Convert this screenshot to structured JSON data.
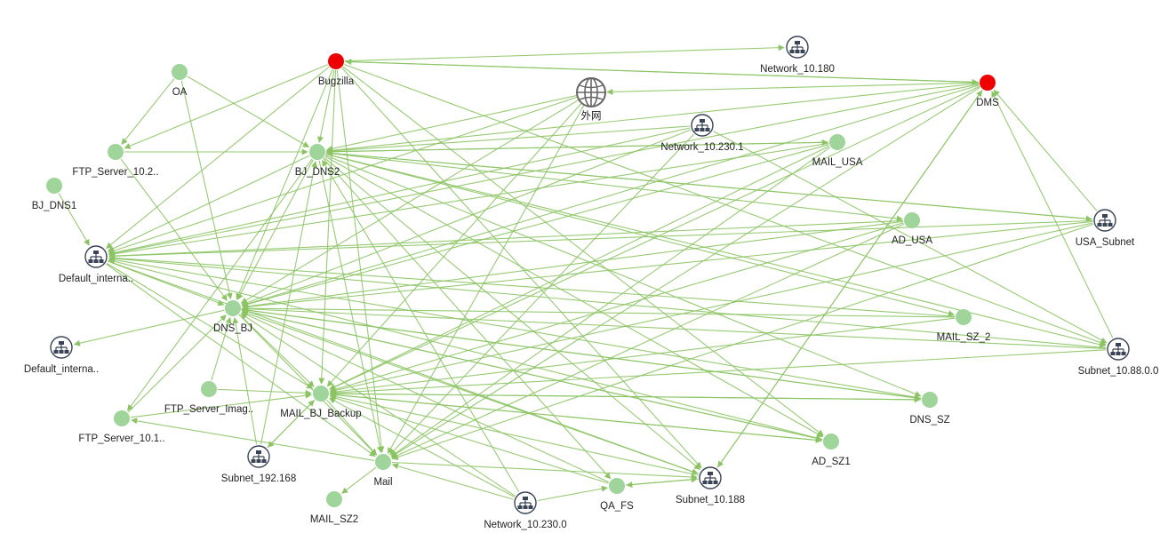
{
  "colors": {
    "edge": "#8cc464",
    "node": "#9fd49a",
    "alert": "#ee0000",
    "icon": "#3a4456",
    "internet_icon": "#666666",
    "label": "#222222"
  },
  "nodes": [
    {
      "id": "oa",
      "label": "OA",
      "kind": "host",
      "status": "normal"
    },
    {
      "id": "bugzilla",
      "label": "Bugzilla",
      "kind": "host",
      "status": "alert"
    },
    {
      "id": "net10180",
      "label": "Network_10.180",
      "kind": "network",
      "status": "normal"
    },
    {
      "id": "internet",
      "label": "外网",
      "kind": "internet",
      "status": "normal"
    },
    {
      "id": "dms",
      "label": "DMS",
      "kind": "host",
      "status": "alert"
    },
    {
      "id": "net102301",
      "label": "Network_10.230.1",
      "kind": "network",
      "status": "normal"
    },
    {
      "id": "mailusa",
      "label": "MAIL_USA",
      "kind": "host",
      "status": "normal"
    },
    {
      "id": "ftp102",
      "label": "FTP_Server_10.2..",
      "kind": "host",
      "status": "normal"
    },
    {
      "id": "bjdns2",
      "label": "BJ_DNS2",
      "kind": "host",
      "status": "normal"
    },
    {
      "id": "bjdns1",
      "label": "BJ_DNS1",
      "kind": "host",
      "status": "normal"
    },
    {
      "id": "adusa",
      "label": "AD_USA",
      "kind": "host",
      "status": "normal"
    },
    {
      "id": "usasubnet",
      "label": "USA_Subnet",
      "kind": "network",
      "status": "normal"
    },
    {
      "id": "definternal1",
      "label": "Default_interna..",
      "kind": "network",
      "status": "normal"
    },
    {
      "id": "dnsbj",
      "label": "DNS_BJ",
      "kind": "host",
      "status": "normal"
    },
    {
      "id": "mailsz2b",
      "label": "MAIL_SZ_2",
      "kind": "host",
      "status": "normal"
    },
    {
      "id": "definternal2",
      "label": "Default_interna..",
      "kind": "network",
      "status": "normal"
    },
    {
      "id": "subnet1088",
      "label": "Subnet_10.88.0.0",
      "kind": "network",
      "status": "normal"
    },
    {
      "id": "ftpimag",
      "label": "FTP_Server_Imag..",
      "kind": "host",
      "status": "normal"
    },
    {
      "id": "mailbjbackup",
      "label": "MAIL_BJ_Backup",
      "kind": "host",
      "status": "normal"
    },
    {
      "id": "dnssz",
      "label": "DNS_SZ",
      "kind": "host",
      "status": "normal"
    },
    {
      "id": "ftp101",
      "label": "FTP_Server_10.1..",
      "kind": "host",
      "status": "normal"
    },
    {
      "id": "adsz1",
      "label": "AD_SZ1",
      "kind": "host",
      "status": "normal"
    },
    {
      "id": "subnet192",
      "label": "Subnet_192.168",
      "kind": "network",
      "status": "normal"
    },
    {
      "id": "mail",
      "label": "Mail",
      "kind": "host",
      "status": "normal"
    },
    {
      "id": "subnet10188",
      "label": "Subnet_10.188",
      "kind": "network",
      "status": "normal"
    },
    {
      "id": "qafs",
      "label": "QA_FS",
      "kind": "host",
      "status": "normal"
    },
    {
      "id": "mailsz2",
      "label": "MAIL_SZ2",
      "kind": "host",
      "status": "normal"
    },
    {
      "id": "net102300",
      "label": "Network_10.230.0",
      "kind": "network",
      "status": "normal"
    }
  ],
  "edges": [
    [
      "bugzilla",
      "net10180"
    ],
    [
      "bugzilla",
      "dms"
    ],
    [
      "dms",
      "bugzilla"
    ],
    [
      "dms",
      "internet"
    ],
    [
      "bugzilla",
      "ftp102"
    ],
    [
      "bugzilla",
      "bjdns2"
    ],
    [
      "bugzilla",
      "definternal1"
    ],
    [
      "bugzilla",
      "dnsbj"
    ],
    [
      "bugzilla",
      "mailbjbackup"
    ],
    [
      "bugzilla",
      "mail"
    ],
    [
      "bugzilla",
      "adsz1"
    ],
    [
      "bugzilla",
      "subnet10188"
    ],
    [
      "bugzilla",
      "subnet1088"
    ],
    [
      "oa",
      "bjdns2"
    ],
    [
      "oa",
      "dnsbj"
    ],
    [
      "ftp102",
      "bjdns2"
    ],
    [
      "ftp102",
      "dnsbj"
    ],
    [
      "bjdns1",
      "definternal1"
    ],
    [
      "bjdns2",
      "definternal1"
    ],
    [
      "bjdns2",
      "dnsbj"
    ],
    [
      "bjdns2",
      "mail"
    ],
    [
      "bjdns2",
      "dnssz"
    ],
    [
      "bjdns2",
      "adsz1"
    ],
    [
      "bjdns2",
      "mailsz2b"
    ],
    [
      "bjdns2",
      "subnet1088"
    ],
    [
      "bjdns2",
      "adusa"
    ],
    [
      "bjdns2",
      "ftp101"
    ],
    [
      "bjdns2",
      "qafs"
    ],
    [
      "bjdns2",
      "subnet10188"
    ],
    [
      "mailusa",
      "bjdns2"
    ],
    [
      "mailusa",
      "dnsbj"
    ],
    [
      "mailusa",
      "definternal1"
    ],
    [
      "mailusa",
      "mailbjbackup"
    ],
    [
      "net102301",
      "bjdns2"
    ],
    [
      "net102301",
      "dnsbj"
    ],
    [
      "net102301",
      "subnet1088"
    ],
    [
      "net102301",
      "mail"
    ],
    [
      "internet",
      "dnsbj"
    ],
    [
      "internet",
      "definternal1"
    ],
    [
      "internet",
      "mail"
    ],
    [
      "internet",
      "mailbjbackup"
    ],
    [
      "dms",
      "bjdns2"
    ],
    [
      "dms",
      "dnsbj"
    ],
    [
      "dms",
      "mailbjbackup"
    ],
    [
      "dms",
      "mail"
    ],
    [
      "dms",
      "subnet10188"
    ],
    [
      "usasubnet",
      "dms"
    ],
    [
      "usasubnet",
      "bjdns2"
    ],
    [
      "usasubnet",
      "dnsbj"
    ],
    [
      "usasubnet",
      "definternal1"
    ],
    [
      "usasubnet",
      "mailbjbackup"
    ],
    [
      "usasubnet",
      "mail"
    ],
    [
      "adusa",
      "definternal1"
    ],
    [
      "adusa",
      "dnsbj"
    ],
    [
      "adusa",
      "mailbjbackup"
    ],
    [
      "adusa",
      "mail"
    ],
    [
      "subnet1088",
      "dms"
    ],
    [
      "subnet1088",
      "dnsbj"
    ],
    [
      "subnet1088",
      "mailbjbackup"
    ],
    [
      "subnet1088",
      "definternal1"
    ],
    [
      "mailsz2b",
      "dnsbj"
    ],
    [
      "mailsz2b",
      "mailbjbackup"
    ],
    [
      "mailsz2b",
      "definternal1"
    ],
    [
      "dnssz",
      "dnsbj"
    ],
    [
      "dnssz",
      "mailbjbackup"
    ],
    [
      "dnssz",
      "definternal1"
    ],
    [
      "adsz1",
      "dnsbj"
    ],
    [
      "adsz1",
      "mailbjbackup"
    ],
    [
      "adsz1",
      "definternal1"
    ],
    [
      "dnsbj",
      "definternal2"
    ],
    [
      "dnsbj",
      "mailbjbackup"
    ],
    [
      "dnsbj",
      "mail"
    ],
    [
      "dnsbj",
      "adsz1"
    ],
    [
      "dnsbj",
      "dnssz"
    ],
    [
      "definternal1",
      "dnsbj"
    ],
    [
      "definternal1",
      "mailbjbackup"
    ],
    [
      "definternal1",
      "mail"
    ],
    [
      "definternal1",
      "subnet10188"
    ],
    [
      "mailbjbackup",
      "mail"
    ],
    [
      "mailbjbackup",
      "subnet192"
    ],
    [
      "mailbjbackup",
      "dnssz"
    ],
    [
      "mailbjbackup",
      "adsz1"
    ],
    [
      "subnet192",
      "dnsbj"
    ],
    [
      "subnet192",
      "bjdns2"
    ],
    [
      "subnet192",
      "mailbjbackup"
    ],
    [
      "ftp101",
      "dnsbj"
    ],
    [
      "ftp101",
      "mailbjbackup"
    ],
    [
      "mail",
      "ftp101"
    ],
    [
      "mail",
      "mailsz2"
    ],
    [
      "mail",
      "subnet10188"
    ],
    [
      "net102300",
      "mail"
    ],
    [
      "net102300",
      "qafs"
    ],
    [
      "net102300",
      "dnsbj"
    ],
    [
      "net102300",
      "mailbjbackup"
    ],
    [
      "net102300",
      "bjdns2"
    ],
    [
      "subnet10188",
      "qafs"
    ],
    [
      "subnet10188",
      "dnsbj"
    ],
    [
      "subnet10188",
      "mailbjbackup"
    ],
    [
      "subnet10188",
      "dms"
    ],
    [
      "qafs",
      "dnsbj"
    ],
    [
      "qafs",
      "mailbjbackup"
    ],
    [
      "qafs",
      "subnet10188"
    ],
    [
      "ftpimag",
      "dnsbj"
    ],
    [
      "ftpimag",
      "mailbjbackup"
    ],
    [
      "dms",
      "definternal1"
    ],
    [
      "oa",
      "ftp102"
    ],
    [
      "bjdns2",
      "mailusa"
    ],
    [
      "bjdns2",
      "usasubnet"
    ],
    [
      "net102301",
      "definternal1"
    ],
    [
      "mailusa",
      "mail"
    ],
    [
      "internet",
      "bjdns2"
    ]
  ]
}
